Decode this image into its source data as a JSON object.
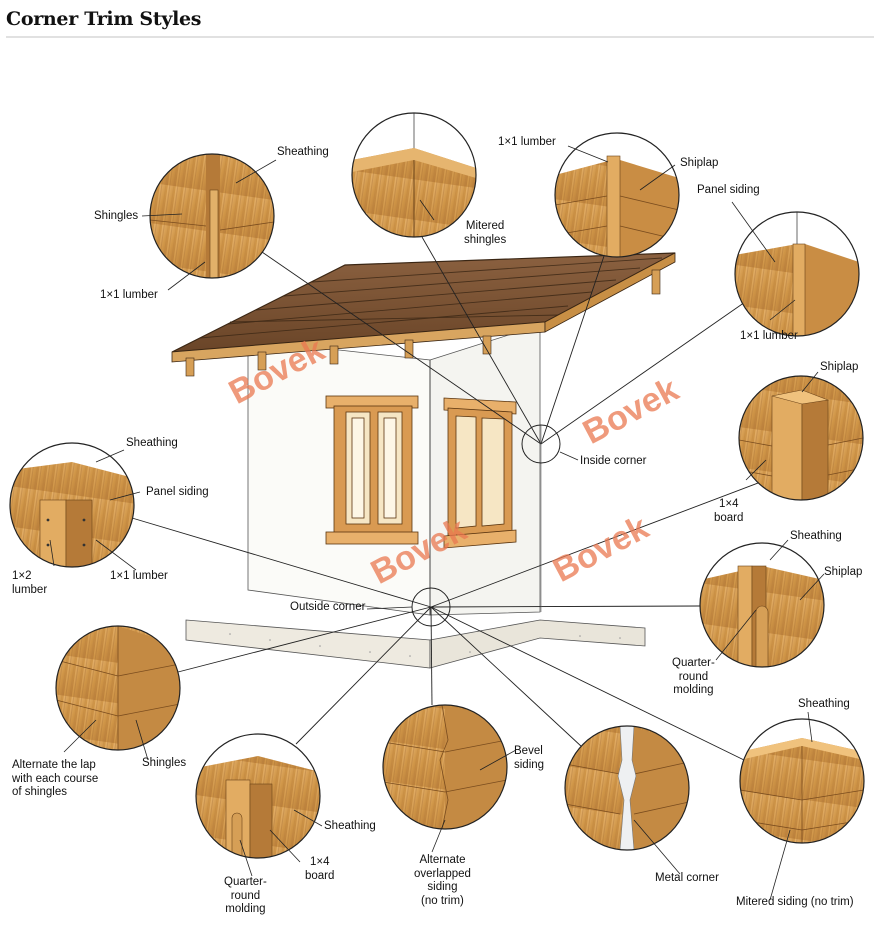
{
  "title": "Corner Trim Styles",
  "watermark": "Bovek",
  "center_labels": {
    "inside_corner": "Inside corner",
    "outside_corner": "Outside corner"
  },
  "details": [
    {
      "id": "shingles-inside",
      "labels": [
        "Sheathing",
        "Shingles",
        "1×1 lumber"
      ]
    },
    {
      "id": "mitered-shingles",
      "labels": [
        "Mitered\nshingles"
      ]
    },
    {
      "id": "shiplap-inside",
      "labels": [
        "1×1 lumber",
        "Shiplap"
      ]
    },
    {
      "id": "panel-inside",
      "labels": [
        "Panel siding",
        "1×1 lumber"
      ]
    },
    {
      "id": "shiplap-1x4",
      "labels": [
        "Shiplap",
        "1×4\nboard"
      ]
    },
    {
      "id": "panel-outside",
      "labels": [
        "Sheathing",
        "Panel siding",
        "1×2\nlumber",
        "1×1 lumber"
      ]
    },
    {
      "id": "shiplap-quarter-round",
      "labels": [
        "Sheathing",
        "Shiplap",
        "Quarter-\nround\nmolding"
      ]
    },
    {
      "id": "alternate-lap-shingles",
      "labels": [
        "Alternate the lap\nwith each course\nof shingles",
        "Shingles"
      ]
    },
    {
      "id": "sheathing-1x4",
      "labels": [
        "Sheathing",
        "1×4\nboard",
        "Quarter-\nround\nmolding"
      ]
    },
    {
      "id": "bevel-no-trim",
      "labels": [
        "Bevel\nsiding",
        "Alternate\noverlapped\nsiding\n(no trim)"
      ]
    },
    {
      "id": "metal-corner",
      "labels": [
        "Metal corner"
      ]
    },
    {
      "id": "mitered-siding",
      "labels": [
        "Sheathing",
        "Mitered siding (no trim)"
      ]
    }
  ],
  "colors": {
    "wood_light": "#d9a55c",
    "wood_mid": "#c98d44",
    "wood_dark": "#8a5a2b",
    "roof": "#7a5233",
    "outline": "#222222",
    "watermark": "#e97850"
  }
}
